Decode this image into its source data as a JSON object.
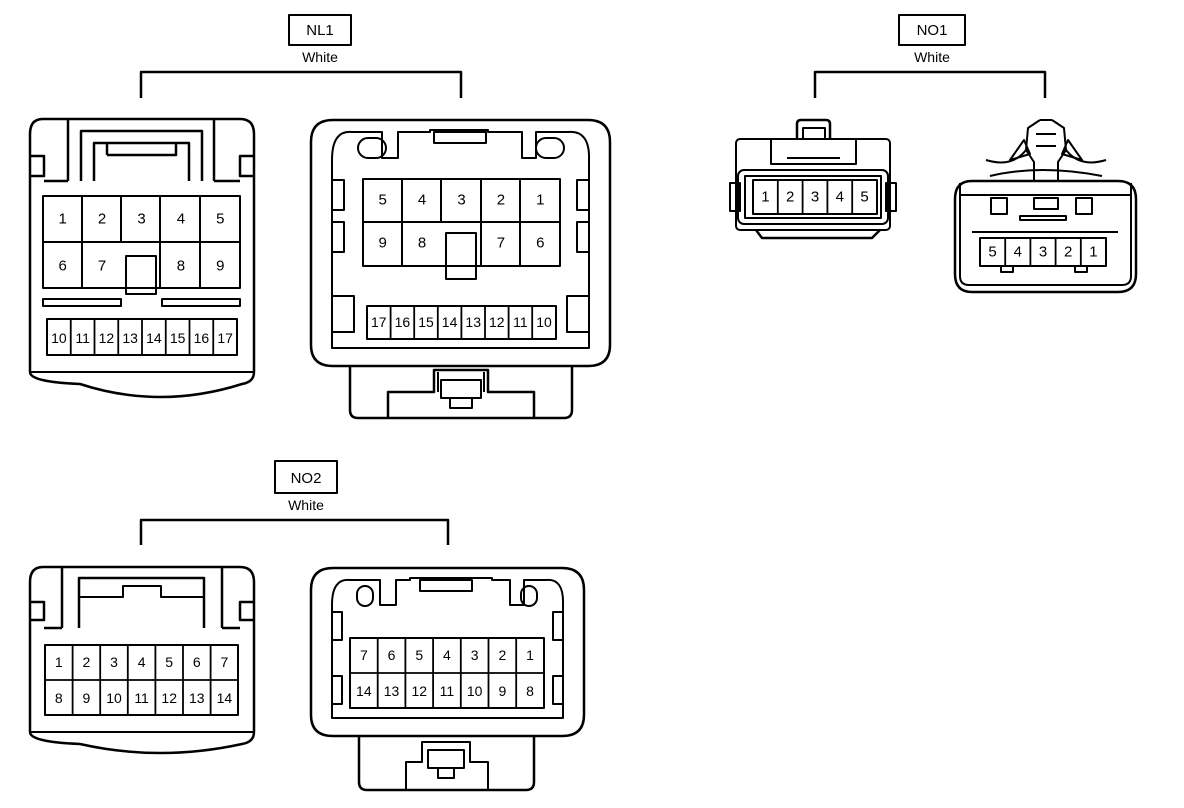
{
  "connectors": [
    {
      "id": "NL1",
      "name": "NL1",
      "color": "White",
      "top_row_pins": [
        "1",
        "2",
        "3",
        "4",
        "5"
      ],
      "mid_row_pins": [
        "6",
        "7",
        "",
        "8",
        "9"
      ],
      "bottom_row_pins": [
        "10",
        "11",
        "12",
        "13",
        "14",
        "15",
        "16",
        "17"
      ],
      "mating_top_row_pins": [
        "5",
        "4",
        "3",
        "2",
        "1"
      ],
      "mating_mid_row_pins": [
        "9",
        "8",
        "",
        "7",
        "6"
      ],
      "mating_bottom_row_pins": [
        "17",
        "16",
        "15",
        "14",
        "13",
        "12",
        "11",
        "10"
      ]
    },
    {
      "id": "NO1",
      "name": "NO1",
      "color": "White",
      "row_pins": [
        "1",
        "2",
        "3",
        "4",
        "5"
      ],
      "mating_row_pins": [
        "5",
        "4",
        "3",
        "2",
        "1"
      ]
    },
    {
      "id": "NO2",
      "name": "NO2",
      "color": "White",
      "top_row_pins": [
        "1",
        "2",
        "3",
        "4",
        "5",
        "6",
        "7"
      ],
      "bottom_row_pins": [
        "8",
        "9",
        "10",
        "11",
        "12",
        "13",
        "14"
      ],
      "mating_top_row_pins": [
        "7",
        "6",
        "5",
        "4",
        "3",
        "2",
        "1"
      ],
      "mating_bottom_row_pins": [
        "14",
        "13",
        "12",
        "11",
        "10",
        "9",
        "8"
      ]
    }
  ]
}
